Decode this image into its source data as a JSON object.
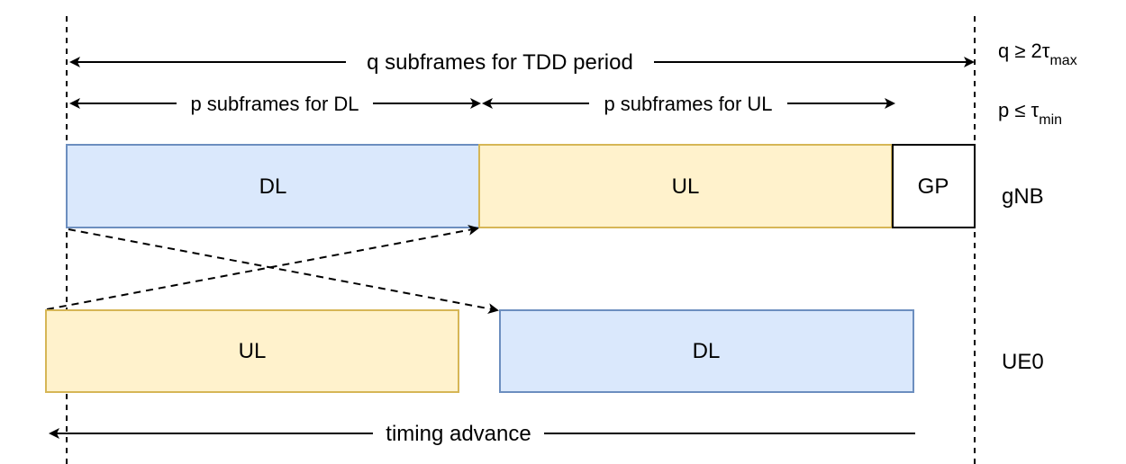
{
  "colors": {
    "dl_fill": "#dae8fc",
    "dl_stroke": "#6c8ebf",
    "ul_fill": "#fff2cc",
    "ul_stroke": "#d6b656",
    "gp_fill": "#ffffff",
    "gp_stroke": "#000000",
    "line": "#000000"
  },
  "arrows": {
    "tdd_period": "q subframes for TDD period",
    "dl_span": "p subframes for DL",
    "ul_span": "p subframes for UL",
    "timing_advance": "timing advance"
  },
  "constraints": {
    "q": {
      "prefix": "q ≥ 2τ",
      "subscript": "max"
    },
    "p": {
      "prefix": "p ≤ τ",
      "subscript": "min"
    }
  },
  "gnb": {
    "label": "gNB",
    "dl": "DL",
    "ul": "UL",
    "gp": "GP"
  },
  "ue": {
    "label": "UE0",
    "ul": "UL",
    "dl": "DL"
  }
}
